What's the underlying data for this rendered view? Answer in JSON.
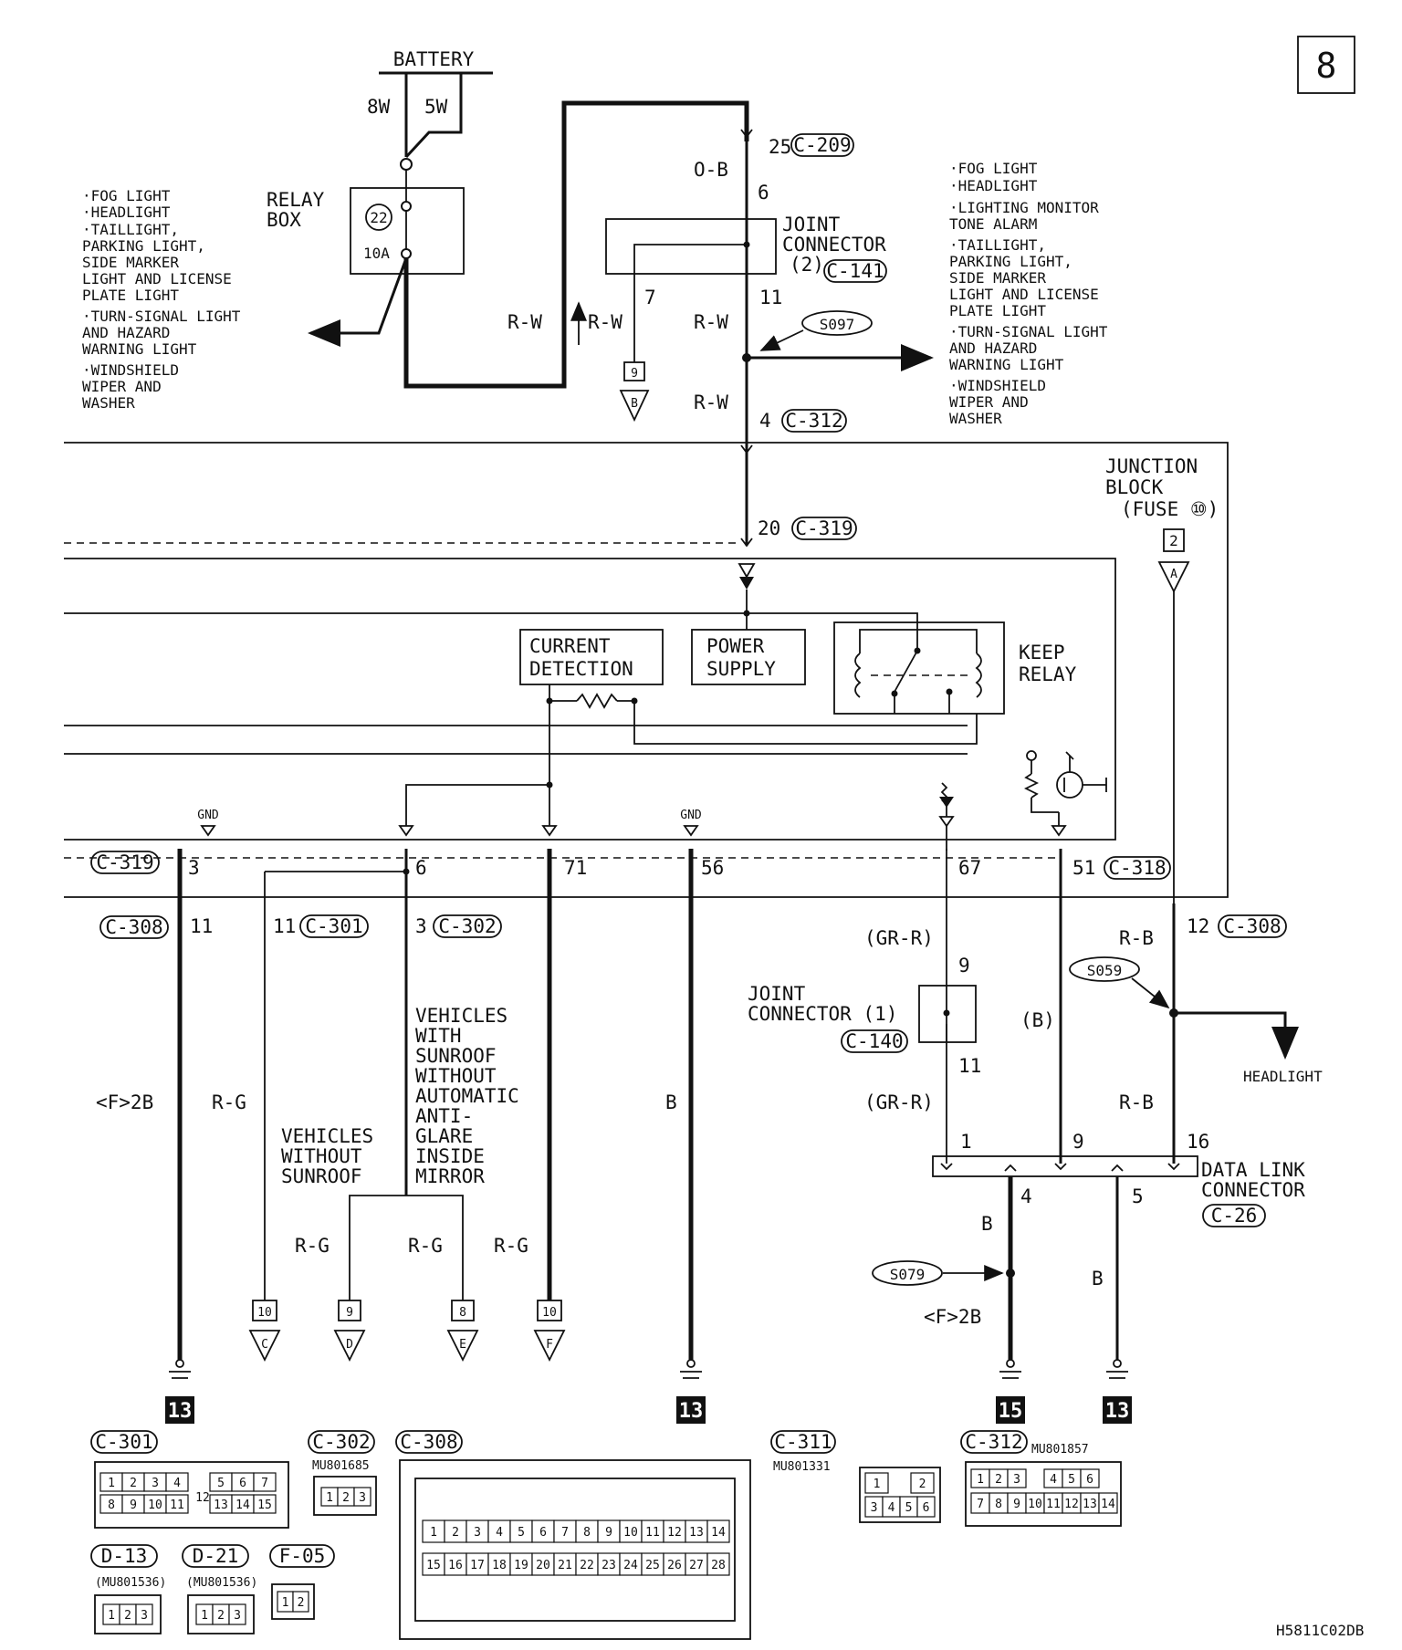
{
  "page": {
    "number": "8",
    "diagram_code": "H5811C02DB"
  },
  "power": {
    "battery": "BATTERY",
    "wire_8w": "8W",
    "wire_5w": "5W",
    "relay_box_line1": "RELAY",
    "relay_box_line2": "BOX",
    "fuse_number": "22",
    "fuse_rating": "10A"
  },
  "left_notes": [
    "·FOG LIGHT",
    "·HEADLIGHT",
    "·TAILLIGHT,",
    " PARKING LIGHT,",
    " SIDE MARKER",
    " LIGHT AND LICENSE",
    " PLATE LIGHT",
    "·TURN-SIGNAL LIGHT",
    " AND HAZARD",
    " WARNING LIGHT",
    "·WINDSHIELD",
    " WIPER AND",
    " WASHER"
  ],
  "right_notes": [
    "·FOG LIGHT",
    "·HEADLIGHT",
    "·LIGHTING MONITOR",
    " TONE ALARM",
    "·TAILLIGHT,",
    " PARKING LIGHT,",
    " SIDE MARKER",
    " LIGHT AND LICENSE",
    " PLATE LIGHT",
    "·TURN-SIGNAL LIGHT",
    " AND HAZARD",
    " WARNING LIGHT",
    "·WINDSHIELD",
    " WIPER AND",
    " WASHER"
  ],
  "upper_wiring": {
    "pin_25": "25",
    "conn_c209": "C-209",
    "wire_ob": "O-B",
    "pin_6": "6",
    "joint_connector_2": [
      "JOINT",
      "CONNECTOR",
      "(2)"
    ],
    "conn_c141": "C-141",
    "pin_7": "7",
    "pin_11": "11",
    "wire_rw": "R-W",
    "splice_s097": "S097",
    "ground_9": "9",
    "ground_b": "B",
    "pin_4": "4",
    "conn_c312": "C-312"
  },
  "etacs": {
    "pin_20": "20",
    "conn_c319": "C-319",
    "current_detection": [
      "CURRENT",
      "DETECTION"
    ],
    "power_supply": [
      "POWER",
      "SUPPLY"
    ],
    "keep_relay": [
      "KEEP",
      "RELAY"
    ],
    "gnd": "GND",
    "junction_block": [
      "JUNCTION",
      "BLOCK",
      "(FUSE ⑩)"
    ],
    "fuse_2": "2",
    "tri_a": "A"
  },
  "connector_row": {
    "conn_c319": "C-319",
    "pin_3": "3",
    "pin_6": "6",
    "pin_71": "71",
    "pin_56": "56",
    "pin_67": "67",
    "pin_51": "51",
    "conn_c318": "C-318",
    "conn_c308": "C-308",
    "pin_11": "11",
    "pin_11b": "11",
    "conn_c301": "C-301",
    "pin_3b": "3",
    "conn_c302": "C-302",
    "pin_12": "12",
    "conn_c308b": "C-308"
  },
  "lower_wiring": {
    "wire_f2b": "<F>2B",
    "wire_rg": "R-G",
    "wire_b": "B",
    "wire_grr": "(GR-R)",
    "wire_b_paren": "(B)",
    "wire_rb": "R-B",
    "joint_connector_1": [
      "JOINT",
      "CONNECTOR (1)"
    ],
    "conn_c140": "C-140",
    "pin_9": "9",
    "pin_11": "11",
    "splice_s059": "S059",
    "headlight": "HEADLIGHT",
    "note_sunroof": [
      "VEHICLES",
      "WITH",
      "SUNROOF",
      "WITHOUT",
      "AUTOMATIC",
      "ANTI-",
      "GLARE",
      "INSIDE",
      "MIRROR"
    ],
    "note_no_sunroof": [
      "VEHICLES",
      "WITHOUT",
      "SUNROOF"
    ],
    "dlc_pins": [
      "1",
      "9",
      "16",
      "4",
      "5"
    ],
    "dlc": [
      "DATA LINK",
      "CONNECTOR"
    ],
    "conn_c26": "C-26",
    "splice_s079": "S079",
    "grounds": [
      {
        "num": "10",
        "tri": "C"
      },
      {
        "num": "9",
        "tri": "D"
      },
      {
        "num": "8",
        "tri": "E"
      },
      {
        "num": "10",
        "tri": "F"
      }
    ],
    "ground_refs": [
      "13",
      "13",
      "15",
      "13"
    ]
  },
  "connector_faces": {
    "c301": {
      "title": "C-301",
      "top": [
        "1",
        "2",
        "3",
        "4",
        "",
        "5",
        "6",
        "7"
      ],
      "bottom": [
        "8",
        "9",
        "10",
        "11",
        "",
        "13",
        "14",
        "15"
      ],
      "center": "12"
    },
    "c302": {
      "title": "C-302",
      "part": "MU801685",
      "pins": [
        "1",
        "2",
        "3"
      ]
    },
    "c308": {
      "title": "C-308",
      "top": [
        "1",
        "2",
        "3",
        "4",
        "5",
        "6",
        "7",
        "8",
        "9",
        "10",
        "11",
        "12",
        "13",
        "14"
      ],
      "bottom": [
        "15",
        "16",
        "17",
        "18",
        "19",
        "20",
        "21",
        "22",
        "23",
        "24",
        "25",
        "26",
        "27",
        "28"
      ]
    },
    "c311": {
      "title": "C-311",
      "part": "MU801331",
      "top": [
        "1",
        "",
        "2"
      ],
      "bottom": [
        "3",
        "4",
        "5",
        "6"
      ]
    },
    "c312": {
      "title": "C-312",
      "part": "MU801857",
      "top": [
        "1",
        "2",
        "3",
        "",
        "4",
        "5",
        "6"
      ],
      "bottom": [
        "7",
        "8",
        "9",
        "10",
        "11",
        "12",
        "13",
        "14"
      ]
    },
    "d13": {
      "title": "D-13",
      "part": "(MU801536)",
      "pins": [
        "1",
        "2",
        "3"
      ]
    },
    "d21": {
      "title": "D-21",
      "part": "(MU801536)",
      "pins": [
        "1",
        "2",
        "3"
      ]
    },
    "f05": {
      "title": "F-05",
      "pins": [
        "1",
        "2"
      ]
    }
  }
}
